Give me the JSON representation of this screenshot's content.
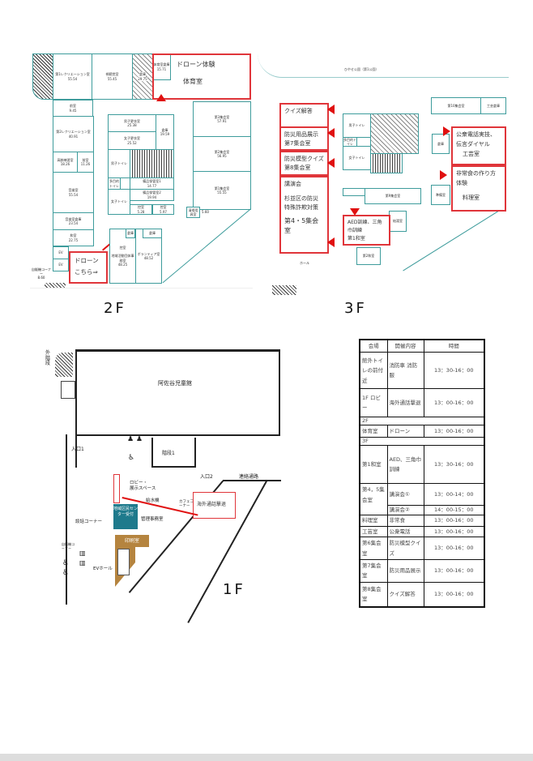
{
  "floor2": {
    "label": "2F",
    "rooms": {
      "rec1": "第1レクリエーション室",
      "rec1_area": "55.54",
      "av": "視聴覚室",
      "av_area": "55.45",
      "storage1": "倉庫",
      "storage1_area": "29.75",
      "gymstore": "体育室倉庫",
      "gymstore_area": "15.71",
      "front1": "前室",
      "front1_area": "9.45",
      "rec2": "第2レクリエーション室",
      "rec2_area": "40.91",
      "practice": "高齢練習室",
      "practice_area": "18.26",
      "front2": "前室",
      "front2_area": "11.26",
      "music": "音楽室",
      "music_area": "55.54",
      "musicstore": "音楽室倉庫",
      "musicstore_area": "23.54",
      "washitsu": "和室",
      "washitsu_area": "22.75",
      "ev": "EV",
      "vending": "自販機コーナー",
      "vending_area": "8.60",
      "mlocker": "男子更衣室",
      "mlocker_area": "25.38",
      "flocker": "女子更衣室",
      "flocker_area": "25.52",
      "storage2": "倉庫",
      "storage2_area": "19.59",
      "mtoilet": "男子トイレ",
      "multitoilet": "多目的トイレ",
      "ftoilet": "女子トイレ",
      "equip1": "備品保管室1",
      "equip1_area": "14.77",
      "equip2": "備品保管室2",
      "equip2_area": "19.94",
      "wait1": "控室",
      "wait1_area": "5.28",
      "wait2": "控室",
      "wait2_area": "5.97",
      "hall3": "第3集会室",
      "hall3_area": "57.91",
      "hall2": "第2集会室",
      "hall2_area": "56.95",
      "hall1": "第1集会室",
      "hall1_area": "55.55",
      "cleaning": "清掃用具室",
      "cleaning_area": "5.60",
      "wait3": "控室",
      "storage3": "倉庫",
      "storage4": "倉庫",
      "office": "地域活動団体事務室",
      "office_area": "48.25",
      "volunteer": "ボランティア室",
      "volunteer_area": "48.52"
    },
    "drone_box": {
      "title": "ドローン体験",
      "room": "体育室"
    },
    "drone_here": {
      "line1": "ドローン",
      "line2": "こちら⇒"
    }
  },
  "floor3": {
    "label": "3F",
    "park": "ひやせ公園（第1公園）",
    "rooms": {
      "hall10": "第10集会室",
      "craftstore": "工芸倉庫",
      "mtoilet": "男子トイレ",
      "multitoilet": "多目的トイレ",
      "ftoilet": "女子トイレ",
      "hall9": "第9集会室",
      "storage": "倉庫",
      "prep": "準備室",
      "hall": "ホール",
      "hall2": "第2和室",
      "kitchen": "給湯室"
    },
    "boxes": {
      "quiz_answer": "クイズ解答",
      "goods": "防災用品展示",
      "goods_room": "第7集会室",
      "model_quiz": "防災模型クイズ",
      "model_room": "第8集会室",
      "lecture": "講演会",
      "lecture_topic1": "杉並区の防災",
      "lecture_topic2": "特殊詐欺対策",
      "lecture_room": "第4・5集会室",
      "aed1": "AED訓練、三角",
      "aed2": "巾訓練",
      "aed_room": "第1和室",
      "phone1": "公衆電話実技、",
      "phone2": "伝言ダイヤル",
      "phone_room": "工芸室",
      "food1": "非常食の作り方",
      "food2": "体験",
      "food_room": "料理室"
    }
  },
  "floor1": {
    "label": "1F",
    "rooms": {
      "jidokan": "阿佐谷児童館",
      "outer_stairs": "外階段",
      "entrance1": "入口1",
      "entrance2": "入口2",
      "stairs": "階段1",
      "corridor": "連絡通路",
      "lobby1": "ロビー・",
      "lobby2": "展示スペース",
      "water": "給水機",
      "cafe": "カフェコーナー",
      "lounge": "談話コーナー",
      "reception": "地域区民センター受付",
      "admin": "管理事務室",
      "print": "印刷室",
      "evhall": "EVホール",
      "vending": "自販機コーナー"
    },
    "box": "海外通話撃退"
  },
  "schedule": {
    "headers": [
      "会場",
      "開催内容",
      "時間"
    ],
    "rows": [
      {
        "venue": "館外トイレの前付近",
        "content": "消防車 消防服",
        "time": "13：30-16：00"
      },
      {
        "venue": "1F ロビー",
        "content": "海外通話撃退",
        "time": "13：00-16：00"
      },
      {
        "section": "2F"
      },
      {
        "venue": "体育室",
        "content": "ドローン",
        "time": "13：00-16：00"
      },
      {
        "section": "3F"
      },
      {
        "venue": "第1和室",
        "content": "AED、三角巾訓練",
        "time": "13：30-16：00"
      },
      {
        "venue": "第4，5集会室",
        "content": "講演会①",
        "time": "13：00-14：00"
      },
      {
        "content": "講演会②",
        "time": "14：00-15：00"
      },
      {
        "venue": "料理室",
        "content": "非常食",
        "time": "13：00-16：00"
      },
      {
        "venue": "工芸室",
        "content": "公衆電話",
        "time": "13：00-16：00"
      },
      {
        "venue": "第6集会室",
        "content": "防災模型クイズ",
        "time": "13：00-16：00"
      },
      {
        "venue": "第7集会室",
        "content": "防災用品展示",
        "time": "13：00-16：00"
      },
      {
        "venue": "第8集会室",
        "content": "クイズ解答",
        "time": "13：00-16：00"
      }
    ]
  },
  "colors": {
    "highlight": "#e0353a",
    "wall": "#3e9c9c",
    "reception": "#1e7a8c",
    "print": "#b5843f"
  }
}
